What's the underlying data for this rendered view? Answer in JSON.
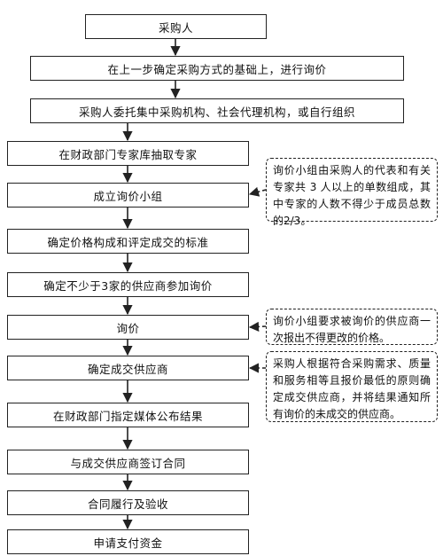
{
  "steps": [
    "采购人",
    "在上一步确定采购方式的基础上，进行询价",
    "采购人委托集中采购机构、社会代理机构，或自行组织",
    "在财政部门专家库抽取专家",
    "成立询价小组",
    "确定价格构成和评定成交的标准",
    "确定不少于3家的供应商参加询价",
    "询价",
    "确定成交供应商",
    "在财政部门指定媒体公布结果",
    "与成交供应商签订合同",
    "合同履行及验收",
    "申请支付资金"
  ],
  "notes": [
    "询价小组由采购人的代表和有关专家共 3 人以上的单数组成，其中专家的人数不得少于成员总数的2/3。",
    "询价小组要求被询价的供应商一次报出不得更改的价格。",
    "采购人根据符合采购需求、质量和服务相等且报价最低的原则确定成交供应商，并将结果通知所有询价的未成交的供应商。"
  ]
}
